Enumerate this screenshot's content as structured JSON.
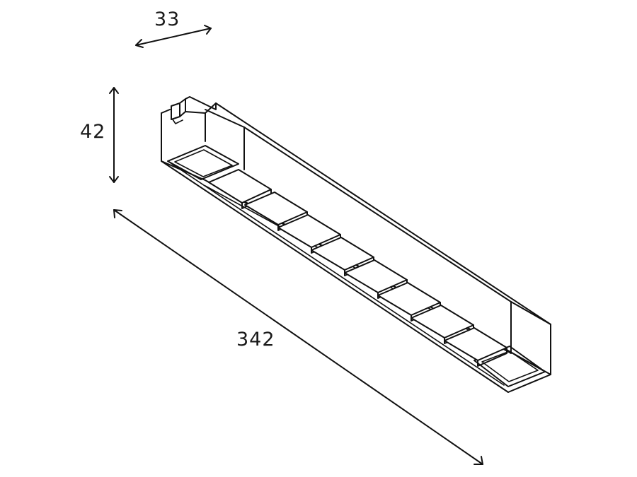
{
  "drawing": {
    "subject": "Linear track light fixture with 10 square LED lens cells",
    "units": "mm",
    "line_color": "#111111",
    "background_color": "#ffffff"
  },
  "dimensions": {
    "width": {
      "value": "33",
      "label": "33"
    },
    "height": {
      "value": "42",
      "label": "42"
    },
    "length": {
      "value": "342",
      "label": "342"
    }
  },
  "fixture": {
    "lens_cell_count": 10,
    "has_track_adapter": true
  }
}
